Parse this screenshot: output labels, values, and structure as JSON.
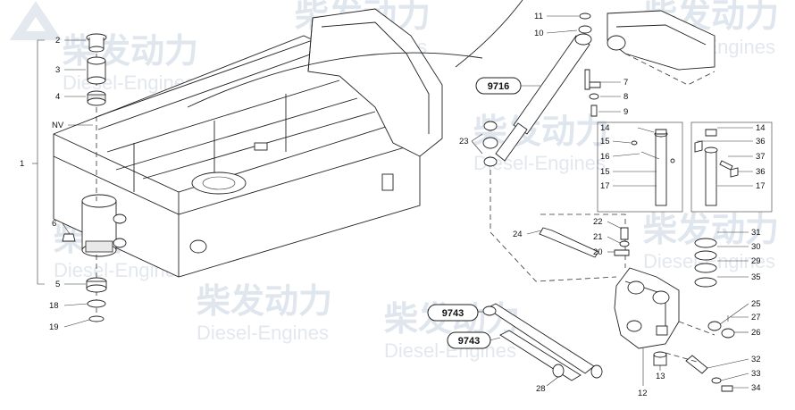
{
  "watermark": {
    "cn": "柴发动力",
    "en": "Diesel-Engines"
  },
  "group_labels": [
    "9716",
    "9743",
    "9743"
  ],
  "left_labels": [
    "1",
    "2",
    "3",
    "4",
    "NV",
    "5",
    "6",
    "18",
    "19"
  ],
  "right_labels": [
    "11",
    "10",
    "7",
    "8",
    "9",
    "23",
    "14",
    "15",
    "16",
    "15",
    "17",
    "14",
    "36",
    "37",
    "36",
    "17",
    "22",
    "21",
    "20",
    "24",
    "31",
    "30",
    "29",
    "35",
    "25",
    "27",
    "26",
    "32",
    "33",
    "34",
    "13",
    "12",
    "28"
  ]
}
